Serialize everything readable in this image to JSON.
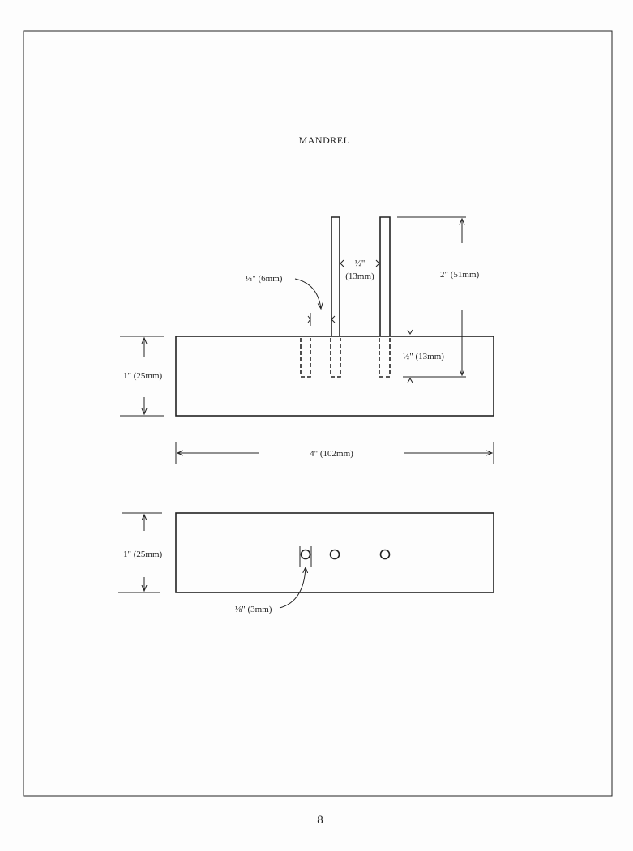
{
  "title": "MANDREL",
  "page_number": "8",
  "top_view": {
    "pin_gap_label_top": "½\"",
    "pin_gap_label_bottom": "(13mm)",
    "pin_width_label": "¼\" (6mm)",
    "pin_height_label": "2\" (51mm)",
    "pin_depth_label": "½\" (13mm)",
    "block_height_label": "1\" (25mm)",
    "block_length_label": "4\" (102mm)"
  },
  "bottom_view": {
    "block_height_label": "1\" (25mm)",
    "hole_diameter_label": "⅛\" (3mm)"
  }
}
